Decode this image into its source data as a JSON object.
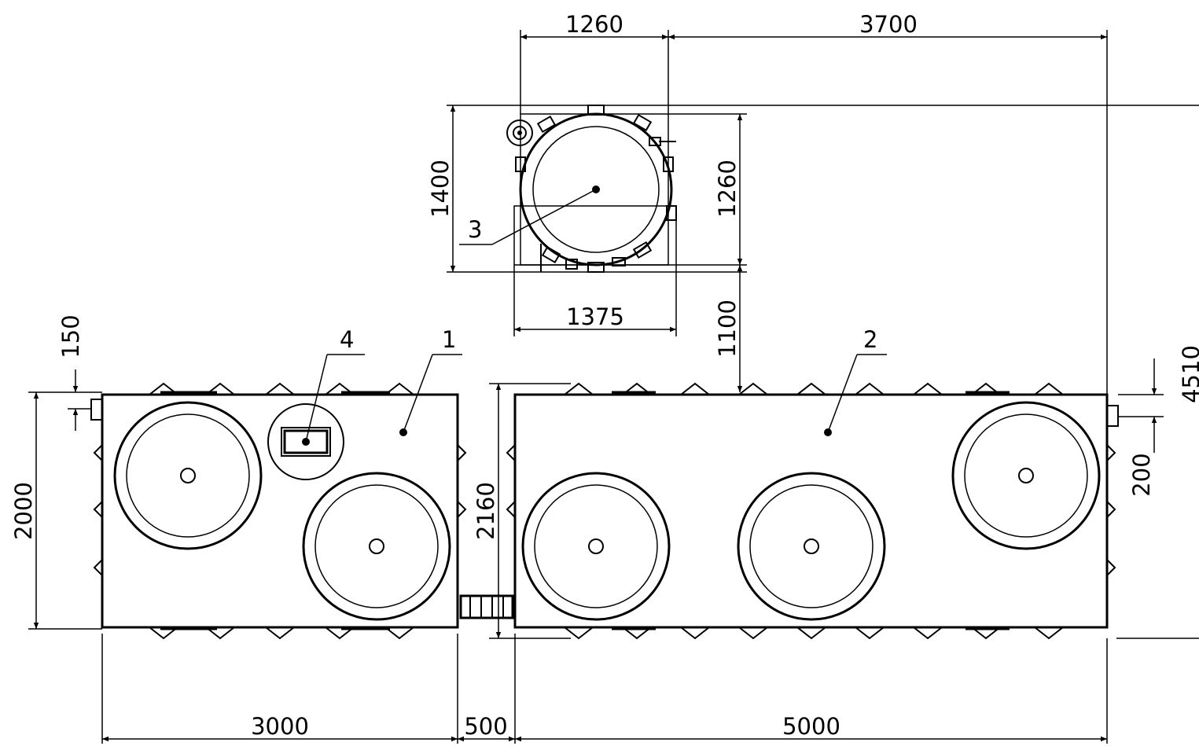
{
  "callouts": {
    "tank1": "1",
    "tank2": "2",
    "well3": "3",
    "hatch4": "4"
  },
  "dimensions": {
    "top_left_width": "1260",
    "top_right_width": "3700",
    "well_height_outer": "1400",
    "well_diameter": "1260",
    "well_base_width": "1375",
    "gap_to_tank": "1100",
    "total_height": "4510",
    "tank1_pipe_offset": "150",
    "tank1_height": "2000",
    "tank2_height": "2160",
    "tank2_pipe_offset": "200",
    "tank1_length": "3000",
    "tank_gap": "500",
    "tank2_length": "5000"
  }
}
